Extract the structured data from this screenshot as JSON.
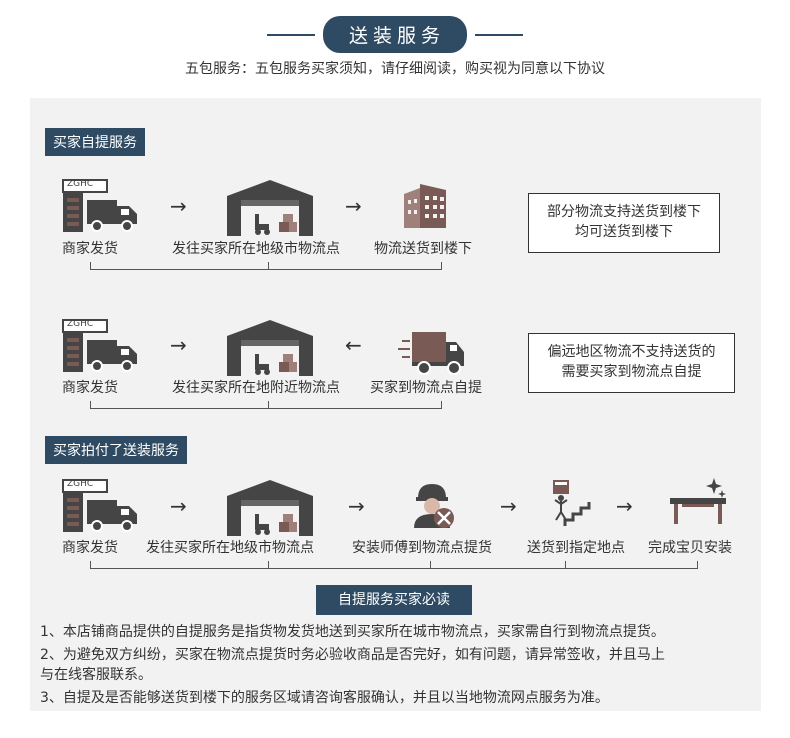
{
  "header": {
    "title": "送装服务",
    "subtitle": "五包服务：五包服务买家须知，请仔细阅读，购买视为同意以下协议"
  },
  "section1": {
    "tag": "买家自提服务",
    "row1": {
      "step1": "商家发货",
      "step2": "发往买家所在地级市物流点",
      "step3": "物流送货到楼下",
      "note_line1": "部分物流支持送货到楼下",
      "note_line2": "均可送货到楼下"
    },
    "row2": {
      "step1": "商家发货",
      "step2": "发往买家所在地附近物流点",
      "step3": "买家到物流点自提",
      "note_line1": "偏远地区物流不支持送货的",
      "note_line2": "需要买家到物流点自提"
    }
  },
  "section2": {
    "tag": "买家拍付了送装服务",
    "step1": "商家发货",
    "step2": "发往买家所在地级市物流点",
    "step3": "安装师傅到物流点提货",
    "step4": "送货到指定地点",
    "step5": "完成宝贝安装"
  },
  "truck_logo": "ZGHC",
  "must_read": "自提服务买家必读",
  "rules": [
    "1、本店铺商品提供的自提服务是指货物发货地送到买家所在城市物流点，买家需自行到物流点提货。",
    "2、为避免双方纠纷，买家在物流点提货时务必验收商品是否完好，如有问题，请异常签收，并且马上",
    "与在线客服联系。",
    "3、自提及是否能够送货到楼下的服务区域请咨询客服确认，并且以当地物流网点服务为准。"
  ],
  "colors": {
    "accent": "#2f4b63",
    "icon_dark": "#454545",
    "icon_brown": "#7a5a54"
  }
}
